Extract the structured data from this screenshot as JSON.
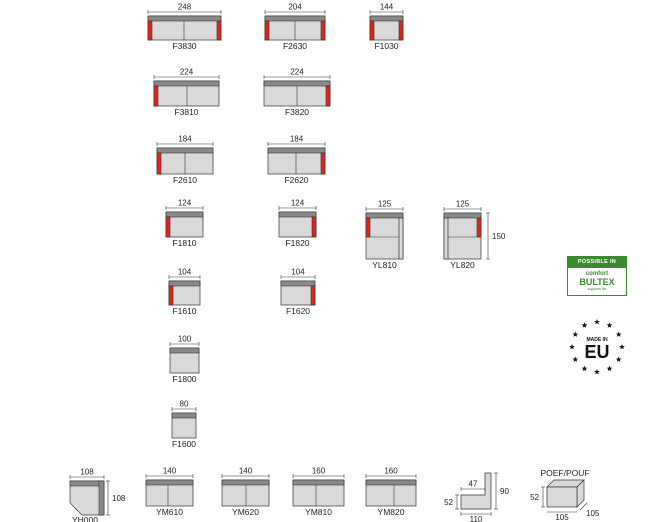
{
  "products": [
    {
      "code": "F3830",
      "width_label": "248",
      "arms": "both"
    },
    {
      "code": "F2630",
      "width_label": "204",
      "arms": "both"
    },
    {
      "code": "F1030",
      "width_label": "144",
      "arms": "both"
    },
    {
      "code": "F3810",
      "width_label": "224",
      "arms": "left"
    },
    {
      "code": "F3820",
      "width_label": "224",
      "arms": "right"
    },
    {
      "code": "F2610",
      "width_label": "184",
      "arms": "left"
    },
    {
      "code": "F2620",
      "width_label": "184",
      "arms": "right"
    },
    {
      "code": "F1810",
      "width_label": "124",
      "arms": "left"
    },
    {
      "code": "F1820",
      "width_label": "124",
      "arms": "right"
    },
    {
      "code": "YL810",
      "width_label": "125",
      "arms": "left"
    },
    {
      "code": "YL820",
      "width_label": "125",
      "depth_label": "150",
      "arms": "right"
    },
    {
      "code": "F1610",
      "width_label": "104",
      "arms": "left"
    },
    {
      "code": "F1620",
      "width_label": "104",
      "arms": "right"
    },
    {
      "code": "F1800",
      "width_label": "100",
      "arms": "none"
    },
    {
      "code": "F1600",
      "width_label": "80",
      "arms": "none"
    },
    {
      "code": "YH000",
      "width_label": "108",
      "depth_label": "108",
      "arms": "none"
    },
    {
      "code": "YM610",
      "width_label": "140",
      "arms": "none"
    },
    {
      "code": "YM620",
      "width_label": "140",
      "arms": "none"
    },
    {
      "code": "YM810",
      "width_label": "160",
      "arms": "none"
    },
    {
      "code": "YM820",
      "width_label": "160",
      "arms": "none"
    }
  ],
  "side_view": {
    "depth": "110",
    "seat_depth": "47",
    "seat_height": "52",
    "height": "90"
  },
  "pouf": {
    "title": "POEF/POUF",
    "height": "52",
    "width": "105",
    "depth": "105"
  },
  "badges": {
    "comfort": {
      "top": "POSSIBLE IN",
      "mid": "comfort",
      "brand": "BULTEX",
      "sub": "supports life"
    },
    "eu": {
      "line1": "MADE IN",
      "line2": "EU"
    }
  },
  "colors": {
    "arm": "#e2231a",
    "seat": "#d9d9d9",
    "back": "#8a8a8a",
    "badge": "#3a8a2e"
  }
}
